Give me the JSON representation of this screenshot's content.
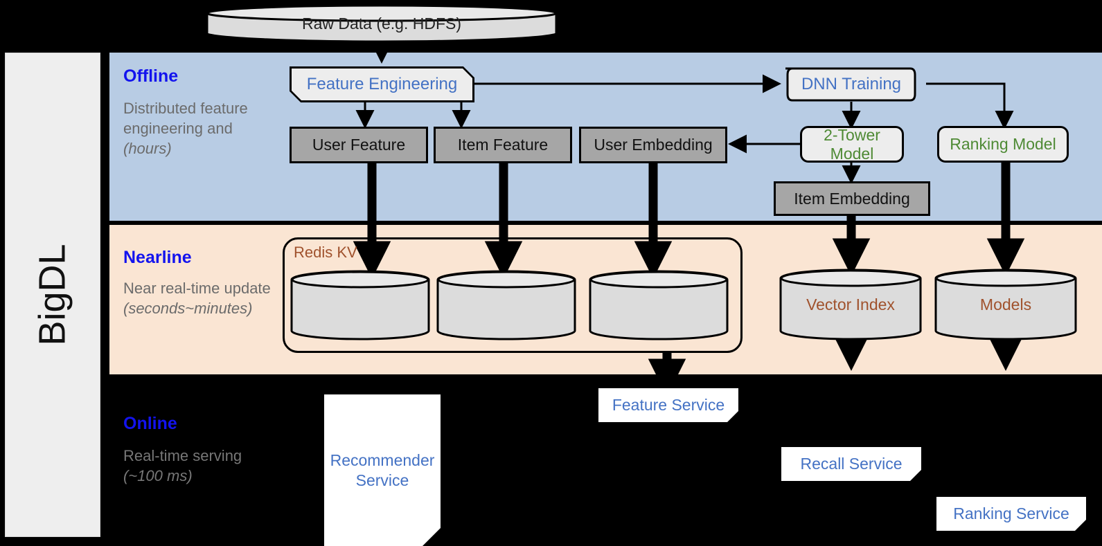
{
  "framework": {
    "name": "BigDL"
  },
  "bands": [
    {
      "id": "offline",
      "title": "Offline",
      "subtitle": "Distributed feature engineering and ",
      "subtitle_italic": "(hours)",
      "color": "#b8cce4"
    },
    {
      "id": "nearline",
      "title": "Nearline",
      "subtitle": "Near real-time update ",
      "subtitle_italic": "(seconds~minutes)",
      "color": "#fae5d3"
    },
    {
      "id": "online",
      "title": "Online",
      "subtitle": "Real-time serving ",
      "subtitle_italic": "(~100 ms)",
      "color": "#000000"
    }
  ],
  "source": {
    "label": "Raw Data (e.g. HDFS)"
  },
  "offline": {
    "feature_engineering": "Feature Engineering",
    "dnn_training": "DNN Training",
    "user_feature": "User Feature",
    "item_feature": "Item Feature",
    "user_embedding": "User Embedding",
    "two_tower_model": "2-Tower Model",
    "ranking_model": "Ranking Model",
    "item_embedding": "Item Embedding"
  },
  "nearline": {
    "redis_group": "Redis KV",
    "store_1": "",
    "store_2": "",
    "store_3": "",
    "vector_index": "Vector Index",
    "models": "Models"
  },
  "online": {
    "recommender_service": "Recommender Service",
    "feature_service": "Feature Service",
    "recall_service": "Recall Service",
    "ranking_service": "Ranking Service"
  },
  "colors": {
    "offline_band": "#b8cce4",
    "nearline_band": "#fae5d3",
    "online_band": "#000000",
    "title_blue": "#1313ee",
    "process_blue": "#4472c4",
    "model_green": "#4e8a34",
    "store_brown": "#a0522d",
    "grey_box": "#a6a6a6",
    "sidebar": "#eeeeee"
  }
}
